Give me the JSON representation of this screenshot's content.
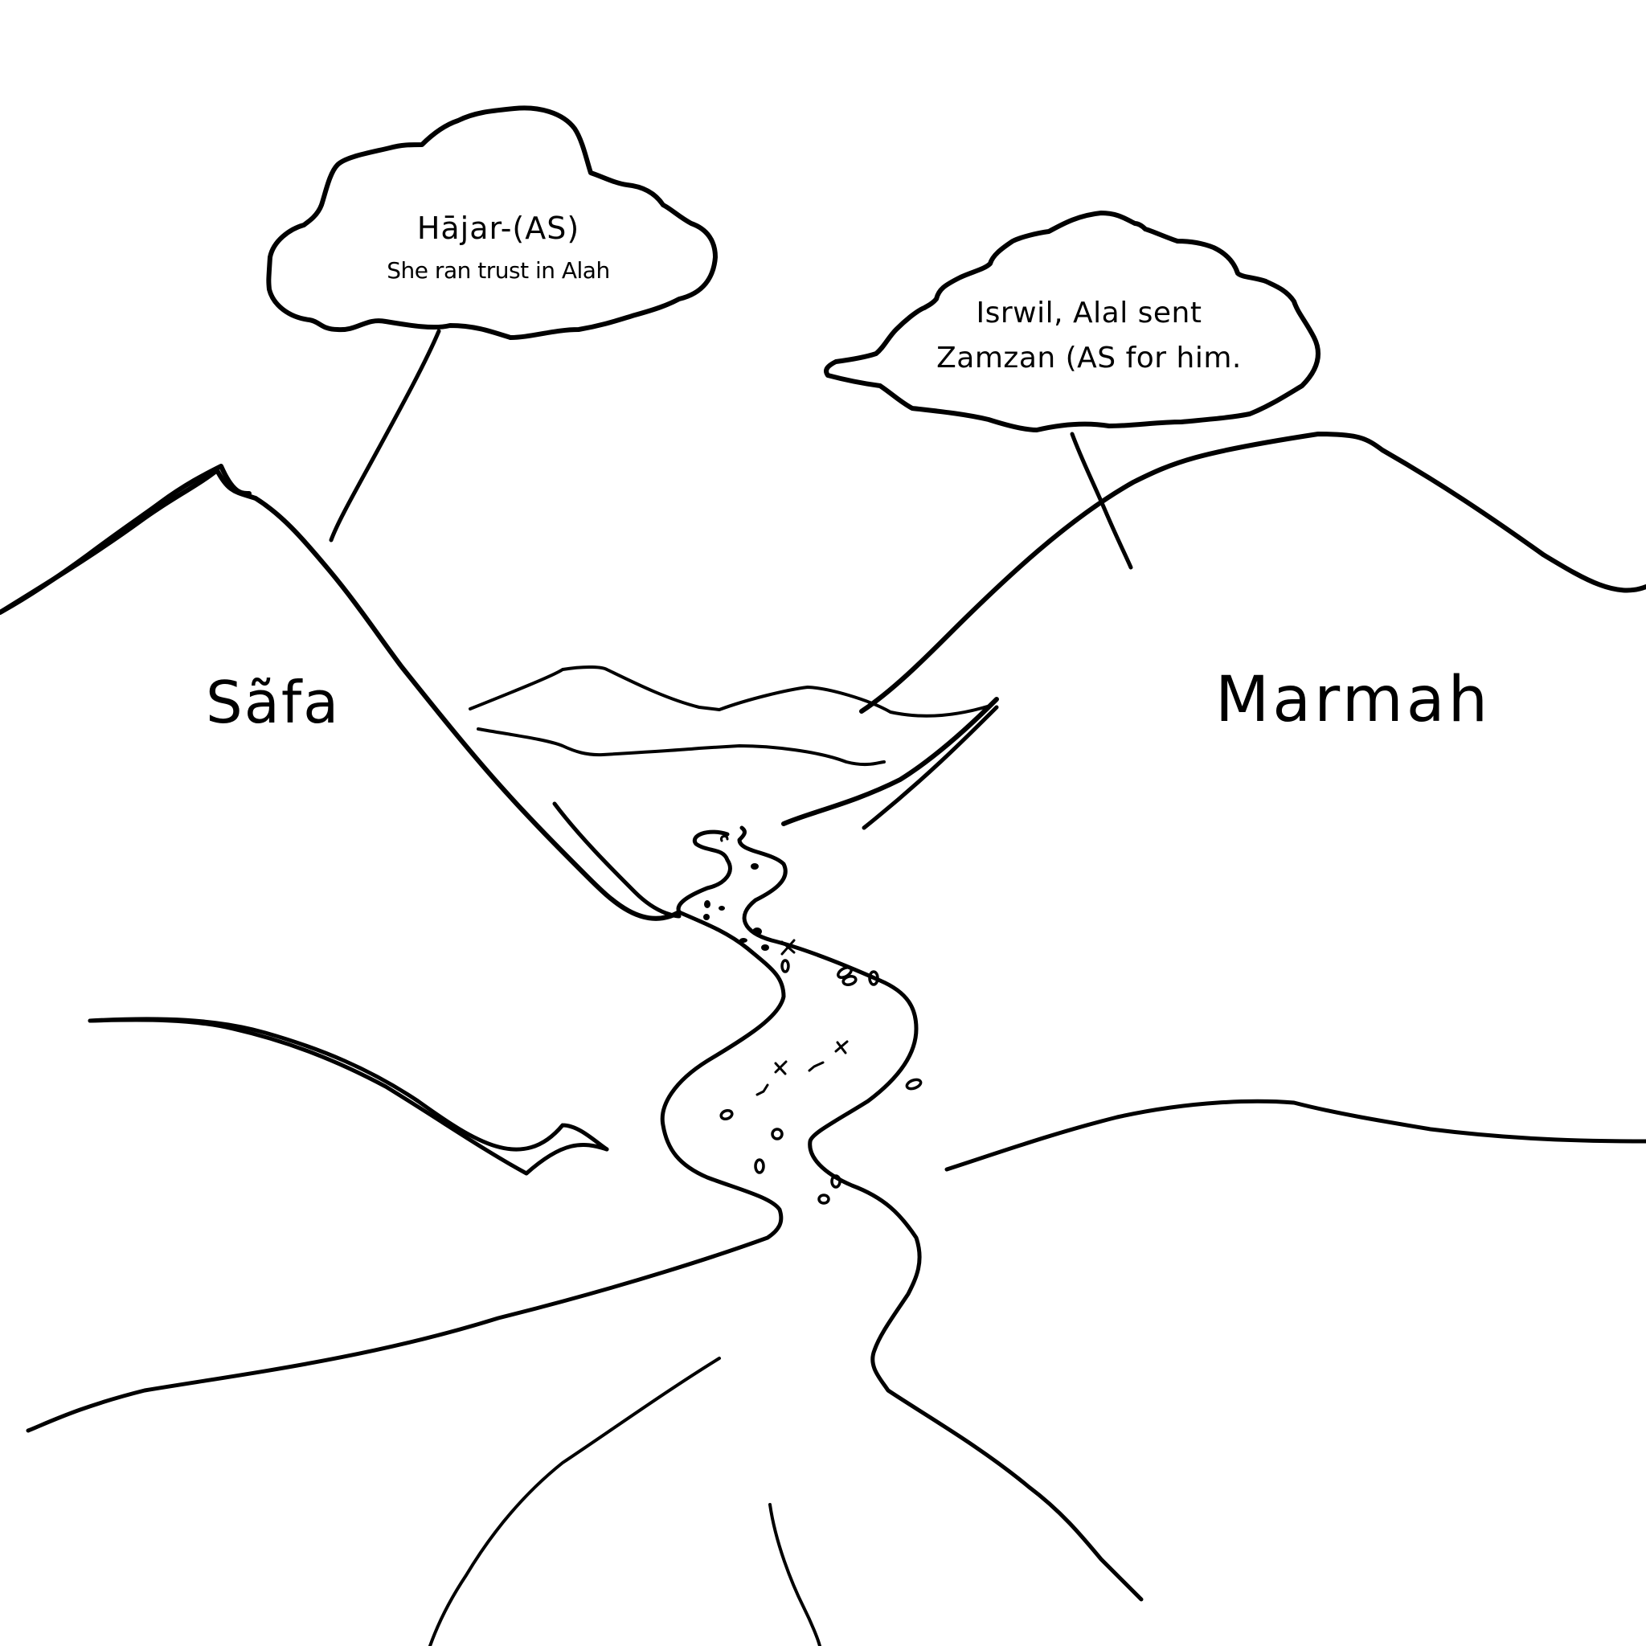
{
  "scene": {
    "title": "Safa and Marwah hills line drawing",
    "background_color": "#ffffff",
    "ink_color": "#000000"
  },
  "clouds": [
    {
      "id": "hajar-cloud",
      "title": "Hājar-(AS)",
      "subtitle": "She ran trust in Alah"
    },
    {
      "id": "ismail-cloud",
      "line1": "Isrwil, Alal sent",
      "line2": "Zamzan (AS for him."
    }
  ],
  "hills": {
    "left_label": "Sãfa",
    "right_label": "Marmah"
  },
  "icons": {
    "cloud_left": "thought-cloud-icon",
    "cloud_right": "speech-cloud-icon",
    "river": "river-stream-icon"
  }
}
